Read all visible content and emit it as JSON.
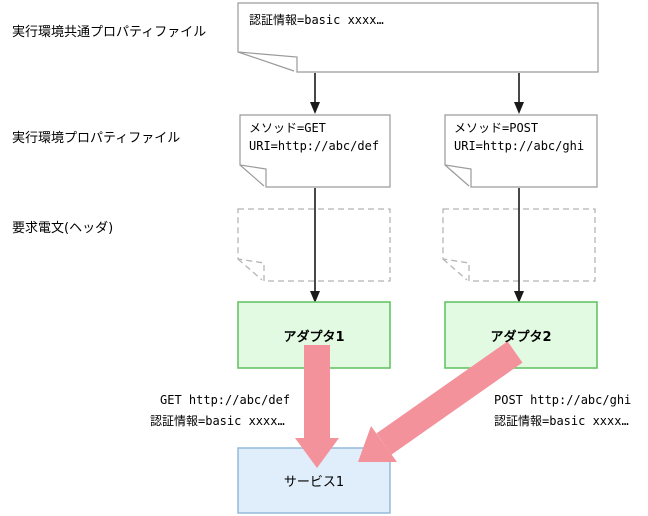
{
  "row_labels": {
    "row1": "実行環境共通プロパティファイル",
    "row2": "実行環境プロパティファイル",
    "row3": "要求電文(ヘッダ)"
  },
  "common_note": {
    "line1": "認証情報=basic xxxx…"
  },
  "env_notes": [
    {
      "line1": "メソッド=GET",
      "line2": "URI=http://abc/def"
    },
    {
      "line1": "メソッド=POST",
      "line2": "URI=http://abc/ghi"
    }
  ],
  "adapters": [
    {
      "label": "アダプタ1"
    },
    {
      "label": "アダプタ2"
    }
  ],
  "requests": [
    {
      "line1": "GET http://abc/def",
      "line2": "認証情報=basic xxxx…"
    },
    {
      "line1": "POST http://abc/ghi",
      "line2": "認証情報=basic xxxx…"
    }
  ],
  "service": {
    "label": "サービス1"
  },
  "colors": {
    "adapter_fill": "#e1fae1",
    "adapter_border": "#66c466",
    "service_fill": "#e0eefb",
    "service_border": "#8fb5d8",
    "arrow_pink": "#f4929c",
    "note_border": "#9a9a9a",
    "dashed_border": "#b5b5b5",
    "arrow_black": "#1a1a1a"
  }
}
